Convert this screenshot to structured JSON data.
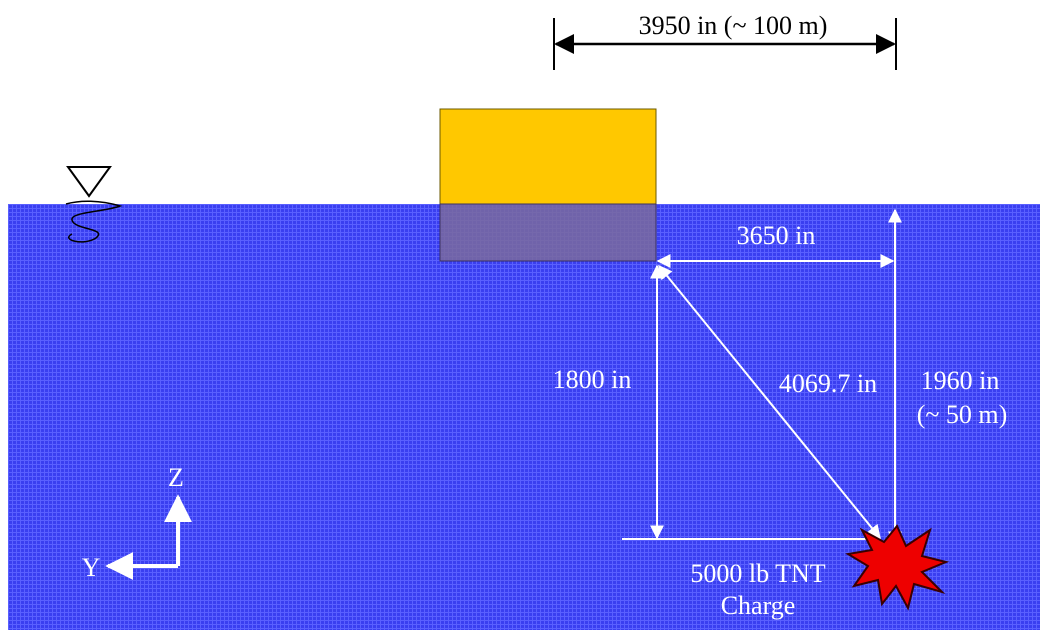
{
  "diagram": {
    "top_dimension_label": "3950 in (~ 100 m)",
    "horizontal_offset_label": "3650 in",
    "ship_depth_label": "1800 in",
    "slant_distance_label": "4069.7 in",
    "charge_depth_label_line1": "1960 in",
    "charge_depth_label_line2": "(~ 50 m)",
    "charge_label_line1": "5000 lb TNT",
    "charge_label_line2": "Charge",
    "axis_z_label": "Z",
    "axis_y_label": "Y"
  },
  "icons": {
    "water_surface": "water-level-triangle-icon",
    "charge": "explosion-burst-icon"
  },
  "colors": {
    "water": "#3a3ff0",
    "water_grid": "#5a60ff",
    "ship": "#ffc800",
    "ship_submerged": "#7a6a9e",
    "explosion": "#ee0000",
    "annotation": "#ffffff"
  }
}
